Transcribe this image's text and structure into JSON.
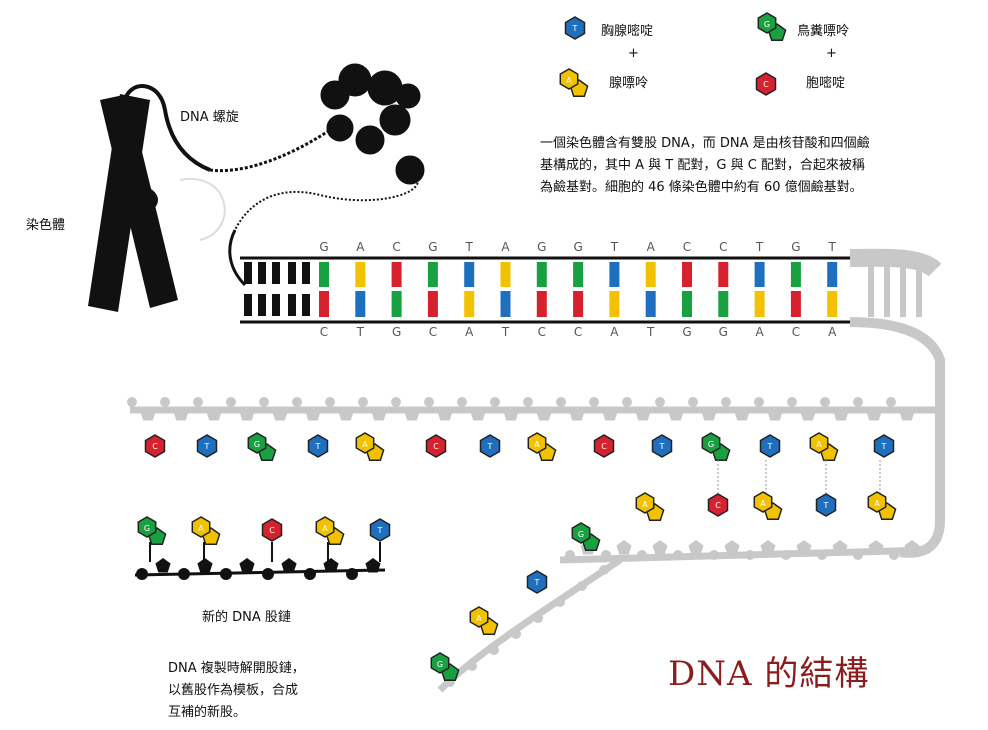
{
  "title": "DNA 的結構",
  "labels": {
    "chromosome": "染色體",
    "helix": "DNA 螺旋",
    "new_strand": "新的 DNA 股鏈"
  },
  "legend": {
    "thymine": "胸腺嘧啶",
    "adenine": "腺嘌呤",
    "guanine": "鳥糞嘌呤",
    "cytosine": "胞嘧啶",
    "plus": "+"
  },
  "description": [
    "一個染色體含有雙股 DNA，而 DNA 是由核苷酸和四個鹼",
    "基構成的，其中 A 與 T 配對，G 與 C 配對，合起來被稱",
    "為鹼基對。細胞的 46 條染色體中約有 60 億個鹼基對。"
  ],
  "replication_note": [
    "DNA 複製時解開股鏈，",
    "以舊股作為模板，合成",
    "互補的新股。"
  ],
  "colors": {
    "A": "#f2c200",
    "T": "#1f6fbf",
    "G": "#19a040",
    "C": "#d6212e",
    "title": "#8a1d1d",
    "backbone_gray": "#c8c8c8"
  },
  "sequence": {
    "top": [
      "G",
      "A",
      "C",
      "G",
      "T",
      "A",
      "G",
      "G",
      "T",
      "A",
      "C",
      "C",
      "T",
      "G",
      "T"
    ],
    "bottom": [
      "C",
      "T",
      "G",
      "C",
      "A",
      "T",
      "C",
      "C",
      "A",
      "T",
      "G",
      "G",
      "A",
      "C",
      "A"
    ]
  },
  "nucleotides": {
    "old_strand": [
      "C",
      "T",
      "G",
      "T",
      "A",
      "C",
      "T",
      "A",
      "C",
      "T",
      "G",
      "T",
      "A",
      "T"
    ],
    "paired": [
      "C",
      "A",
      "T",
      "A"
    ],
    "new_strand": [
      "G",
      "A",
      "C",
      "A",
      "T"
    ],
    "diagonal": [
      "A",
      "G",
      "T",
      "A",
      "G"
    ]
  }
}
